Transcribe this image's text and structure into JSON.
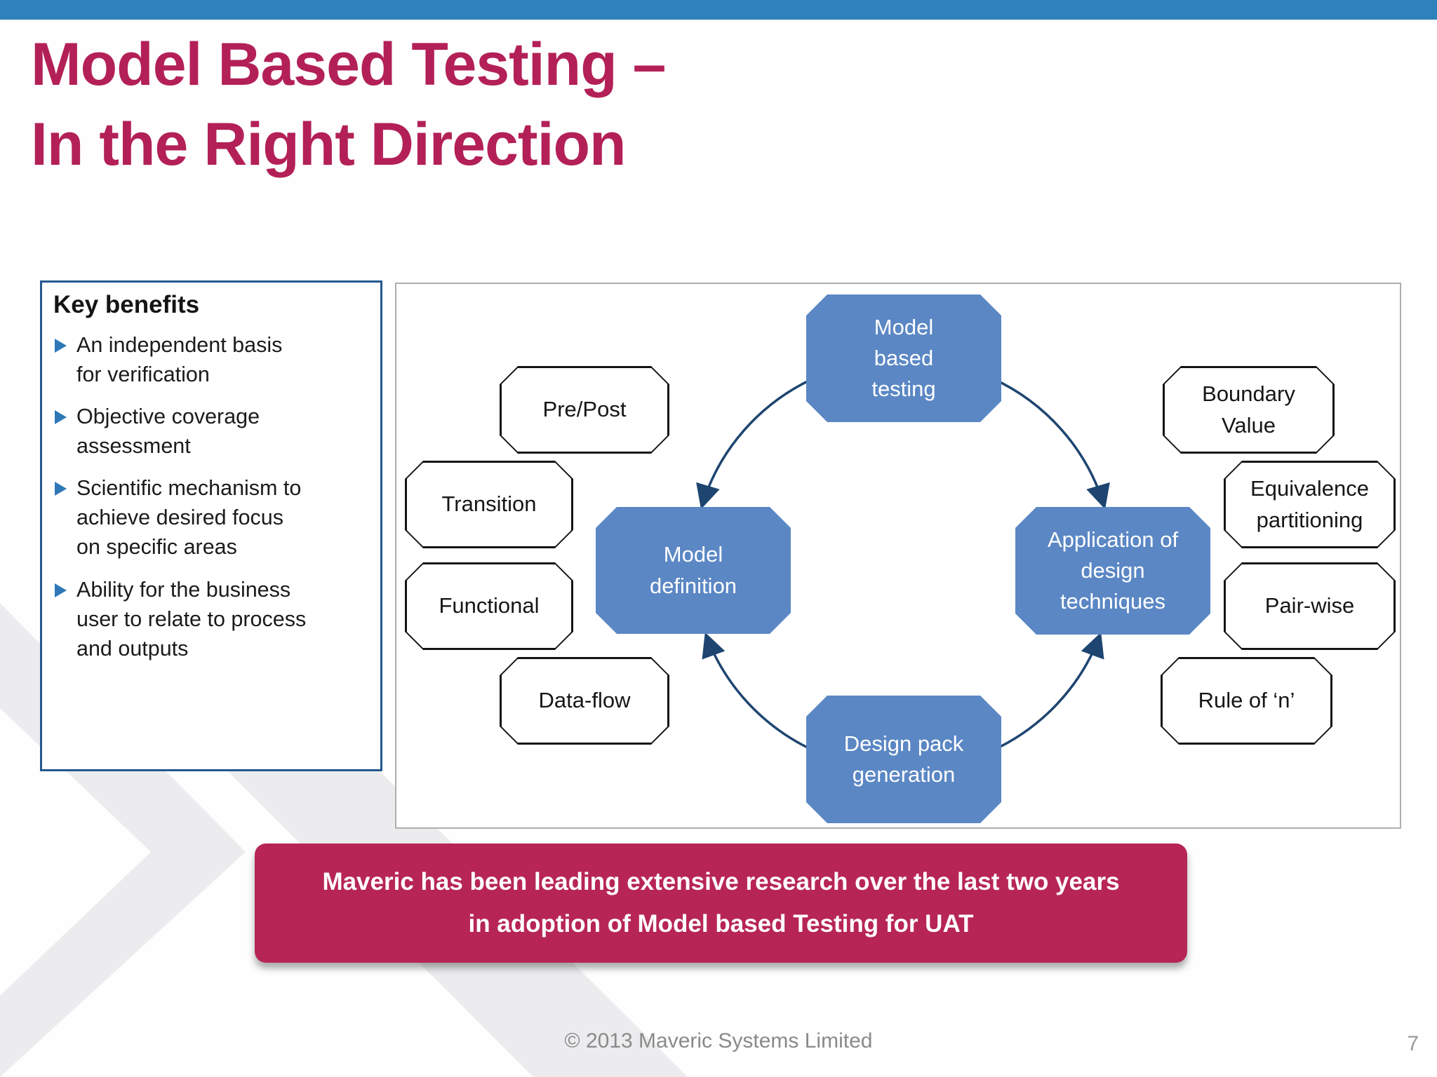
{
  "title": {
    "line1": "Model Based Testing –",
    "line2": "In the Right Direction"
  },
  "key_benefits": {
    "heading": "Key benefits",
    "items": [
      "An independent basis for verification",
      "Objective coverage assessment",
      "Scientific mechanism to achieve desired focus on specific areas",
      "Ability for the business user to relate to process and outputs"
    ]
  },
  "diagram": {
    "cycle_nodes": {
      "model_based_testing": "Model based testing",
      "model_definition": "Model definition",
      "application_of_design_techniques": "Application of design techniques",
      "design_pack_generation": "Design pack generation"
    },
    "techniques": {
      "pre_post": "Pre/Post",
      "transition": "Transition",
      "functional": "Functional",
      "data_flow": "Data-flow",
      "boundary_value": "Boundary Value",
      "equivalence_partitioning": "Equivalence partitioning",
      "pair_wise": "Pair-wise",
      "rule_of_n": "Rule of ‘n’"
    }
  },
  "banner": {
    "line1": "Maveric has been leading extensive research over the last two years",
    "line2": "in adoption of Model based Testing for UAT"
  },
  "page": {
    "footer": "© 2013 Maveric Systems Limited",
    "slide_number": "7"
  },
  "colors": {
    "top_bar_blue": "#2e82bc",
    "title_crimson": "#b32057",
    "banner_crimson": "#b72556",
    "node_blue": "#5b87c4",
    "arrow_navy": "#1e4570"
  }
}
